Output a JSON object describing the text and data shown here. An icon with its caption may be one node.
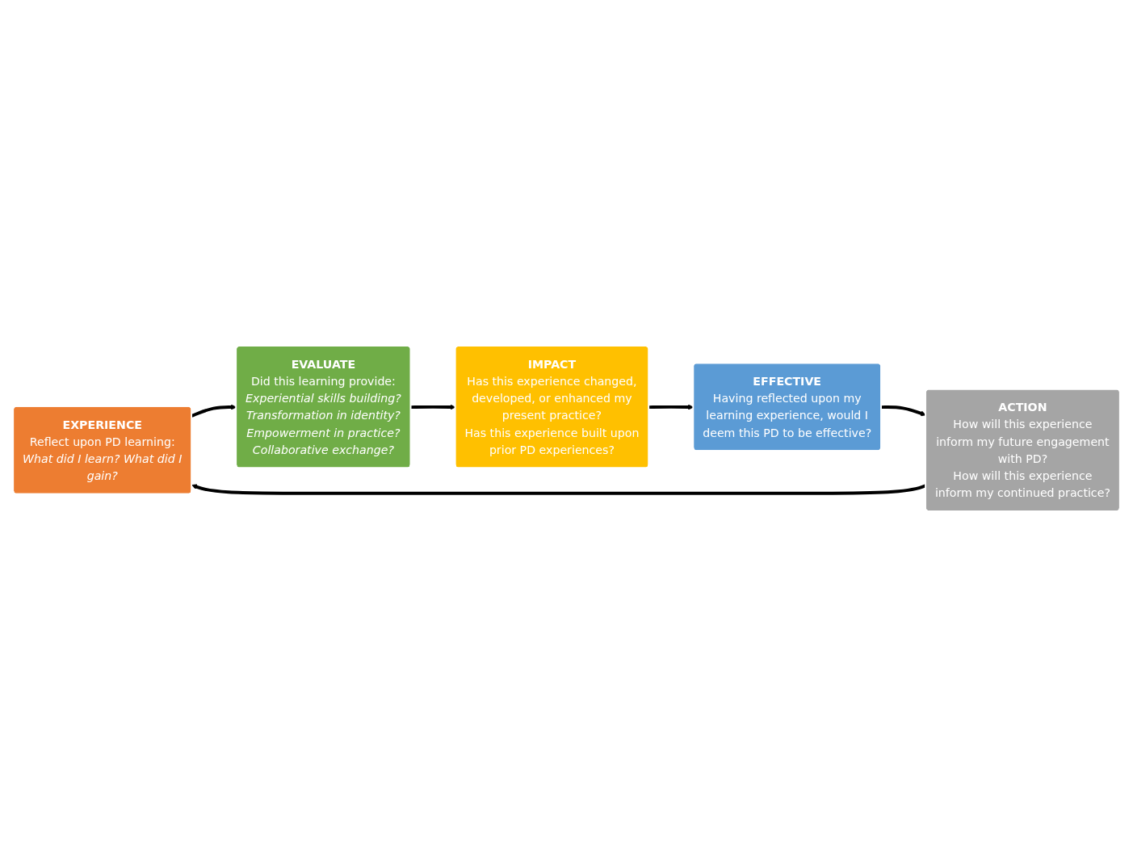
{
  "diagram": {
    "nodes": [
      {
        "text": [
          "EXPERIENCE",
          "Reflect upon PD learning:",
          "*What did I learn? What did I gain?*"
        ]
      },
      {
        "text": [
          "EVALUATE",
          "Did this learning provide:",
          "*Experiential skills building? Transformation in identity? Empowerment in practice? Collaborative exchange?*"
        ]
      },
      {
        "text": [
          "IMPACT",
          "Has this experience changed, developed, or enhanced my present practice?",
          "Has this experience built upon prior PD experiences?"
        ]
      },
      {
        "text": [
          "EFFECTIVE",
          "Having reflected upon my learning experience, would I deem this PD to be effective?"
        ]
      },
      {
        "text": [
          "ACTION",
          "How will this experience inform my future engagement with PD?",
          "How will this experience inform my continued practice?"
        ]
      }
    ],
    "edges": [
      {
        "from": 0,
        "to": 1,
        "arrow": "to"
      },
      {
        "from": 1,
        "to": 2,
        "arrow": "to"
      },
      {
        "from": 2,
        "to": 3,
        "arrow": "to"
      },
      {
        "from": 3,
        "to": 4,
        "arrow": "to"
      },
      {
        "from": 4,
        "to": 0,
        "arrow": "to"
      }
    ]
  }
}
